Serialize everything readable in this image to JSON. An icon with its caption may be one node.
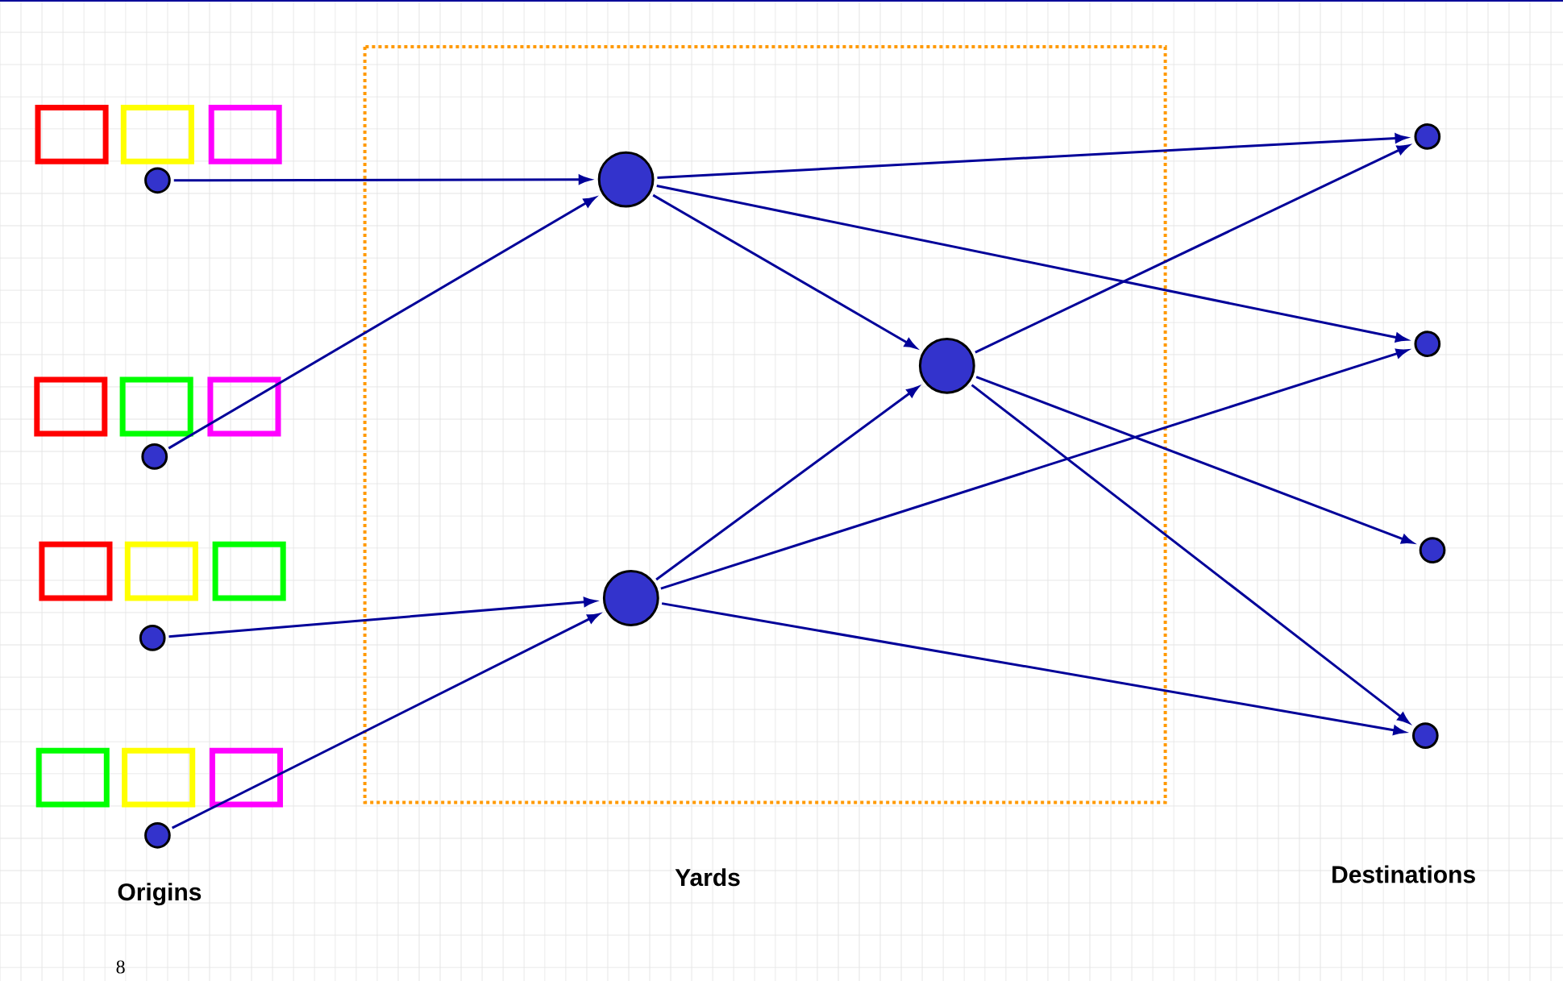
{
  "diagram": {
    "nodes": [
      {
        "text": [],
        "shape": "circle"
      },
      {
        "text": [],
        "shape": "circle"
      },
      {
        "text": [],
        "shape": "circle"
      },
      {
        "text": [],
        "shape": "circle"
      },
      {
        "text": [],
        "shape": "circle"
      },
      {
        "text": [],
        "shape": "circle"
      },
      {
        "text": [],
        "shape": "circle"
      },
      {
        "text": [],
        "shape": "circle"
      },
      {
        "text": [],
        "shape": "circle"
      },
      {
        "text": [],
        "shape": "circle"
      },
      {
        "text": [],
        "shape": "circle"
      }
    ],
    "edges": [
      {
        "from": 0,
        "to": 4,
        "arrow": "to"
      },
      {
        "from": 1,
        "to": 4,
        "arrow": "to"
      },
      {
        "from": 2,
        "to": 6,
        "arrow": "to"
      },
      {
        "from": 3,
        "to": 6,
        "arrow": "to"
      },
      {
        "from": 4,
        "to": 7,
        "arrow": "to"
      },
      {
        "from": 4,
        "to": 8,
        "arrow": "to"
      },
      {
        "from": 4,
        "to": 5,
        "arrow": "to"
      },
      {
        "from": 6,
        "to": 5,
        "arrow": "to"
      },
      {
        "from": 6,
        "to": 8,
        "arrow": "to"
      },
      {
        "from": 6,
        "to": 10,
        "arrow": "to"
      },
      {
        "from": 5,
        "to": 7,
        "arrow": "to"
      },
      {
        "from": 5,
        "to": 9,
        "arrow": "to"
      },
      {
        "from": 5,
        "to": 10,
        "arrow": "to"
      }
    ],
    "labels": [
      "Yards",
      "Destinations",
      "Origins",
      "8"
    ]
  }
}
